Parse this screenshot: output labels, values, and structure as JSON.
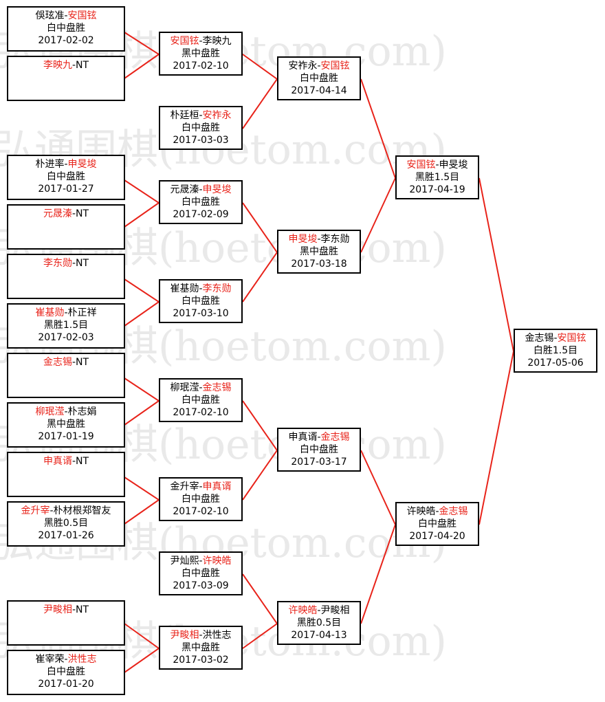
{
  "watermark": "弘通围棋(hoetom.com)",
  "colors": {
    "winner_text": "#e8231a",
    "connector": "#e8231a",
    "box_border": "#000000",
    "watermark": "#e9e9e9"
  },
  "round1": [
    {
      "p1": "俁玹准",
      "p2": "安国铉",
      "winner": 2,
      "result": "白中盘胜",
      "date": "2017-02-02"
    },
    {
      "p1": "李映九",
      "p2": "NT",
      "winner": 1,
      "result": "",
      "date": ""
    },
    {
      "p1": "朴进率",
      "p2": "申旻埈",
      "winner": 2,
      "result": "白中盘胜",
      "date": "2017-01-27"
    },
    {
      "p1": "元晟溱",
      "p2": "NT",
      "winner": 1,
      "result": "",
      "date": ""
    },
    {
      "p1": "李东勋",
      "p2": "NT",
      "winner": 1,
      "result": "",
      "date": ""
    },
    {
      "p1": "崔基勋",
      "p2": "朴正祥",
      "winner": 1,
      "result": "黑胜1.5目",
      "date": "2017-02-03"
    },
    {
      "p1": "金志锡",
      "p2": "NT",
      "winner": 1,
      "result": "",
      "date": ""
    },
    {
      "p1": "柳珉滢",
      "p2": "朴志娟",
      "winner": 1,
      "result": "黑中盘胜",
      "date": "2017-01-19"
    },
    {
      "p1": "申真谞",
      "p2": "NT",
      "winner": 1,
      "result": "",
      "date": ""
    },
    {
      "p1": "金升宰",
      "p2": "朴材根郑智友",
      "winner": 1,
      "result": "黑胜0.5目",
      "date": "2017-01-26"
    },
    {
      "p1": "尹畯相",
      "p2": "NT",
      "winner": 1,
      "result": "",
      "date": ""
    },
    {
      "p1": "崔宰荣",
      "p2": "洪性志",
      "winner": 2,
      "result": "白中盘胜",
      "date": "2017-01-20"
    }
  ],
  "round2": [
    {
      "p1": "安国铉",
      "p2": "李映九",
      "winner": 1,
      "result": "黑中盘胜",
      "date": "2017-02-10"
    },
    {
      "p1": "朴廷桓",
      "p2": "安祚永",
      "winner": 2,
      "result": "白中盘胜",
      "date": "2017-03-03"
    },
    {
      "p1": "元晟溱",
      "p2": "申旻埈",
      "winner": 2,
      "result": "白中盘胜",
      "date": "2017-02-09"
    },
    {
      "p1": "崔基勋",
      "p2": "李东勋",
      "winner": 2,
      "result": "白中盘胜",
      "date": "2017-03-10"
    },
    {
      "p1": "柳珉滢",
      "p2": "金志锡",
      "winner": 2,
      "result": "白中盘胜",
      "date": "2017-02-10"
    },
    {
      "p1": "金升宰",
      "p2": "申真谞",
      "winner": 2,
      "result": "白中盘胜",
      "date": "2017-02-10"
    },
    {
      "p1": "尹灿熙",
      "p2": "许映皓",
      "winner": 2,
      "result": "白中盘胜",
      "date": "2017-03-09"
    },
    {
      "p1": "尹畯相",
      "p2": "洪性志",
      "winner": 1,
      "result": "黑中盘胜",
      "date": "2017-03-02"
    }
  ],
  "round3": [
    {
      "p1": "安祚永",
      "p2": "安国铉",
      "winner": 2,
      "result": "白中盘胜",
      "date": "2017-04-14"
    },
    {
      "p1": "申旻埈",
      "p2": "李东勋",
      "winner": 1,
      "result": "黑中盘胜",
      "date": "2017-03-18"
    },
    {
      "p1": "申真谞",
      "p2": "金志锡",
      "winner": 2,
      "result": "白中盘胜",
      "date": "2017-03-17"
    },
    {
      "p1": "许映皓",
      "p2": "尹畯相",
      "winner": 1,
      "result": "黑胜0.5目",
      "date": "2017-04-13"
    }
  ],
  "round4": [
    {
      "p1": "安国铉",
      "p2": "申旻埈",
      "winner": 1,
      "result": "黑胜1.5目",
      "date": "2017-04-19"
    },
    {
      "p1": "许映皓",
      "p2": "金志锡",
      "winner": 2,
      "result": "白中盘胜",
      "date": "2017-04-20"
    }
  ],
  "final": {
    "p1": "金志锡",
    "p2": "安国铉",
    "winner": 2,
    "result": "白胜1.5目",
    "date": "2017-05-06"
  }
}
